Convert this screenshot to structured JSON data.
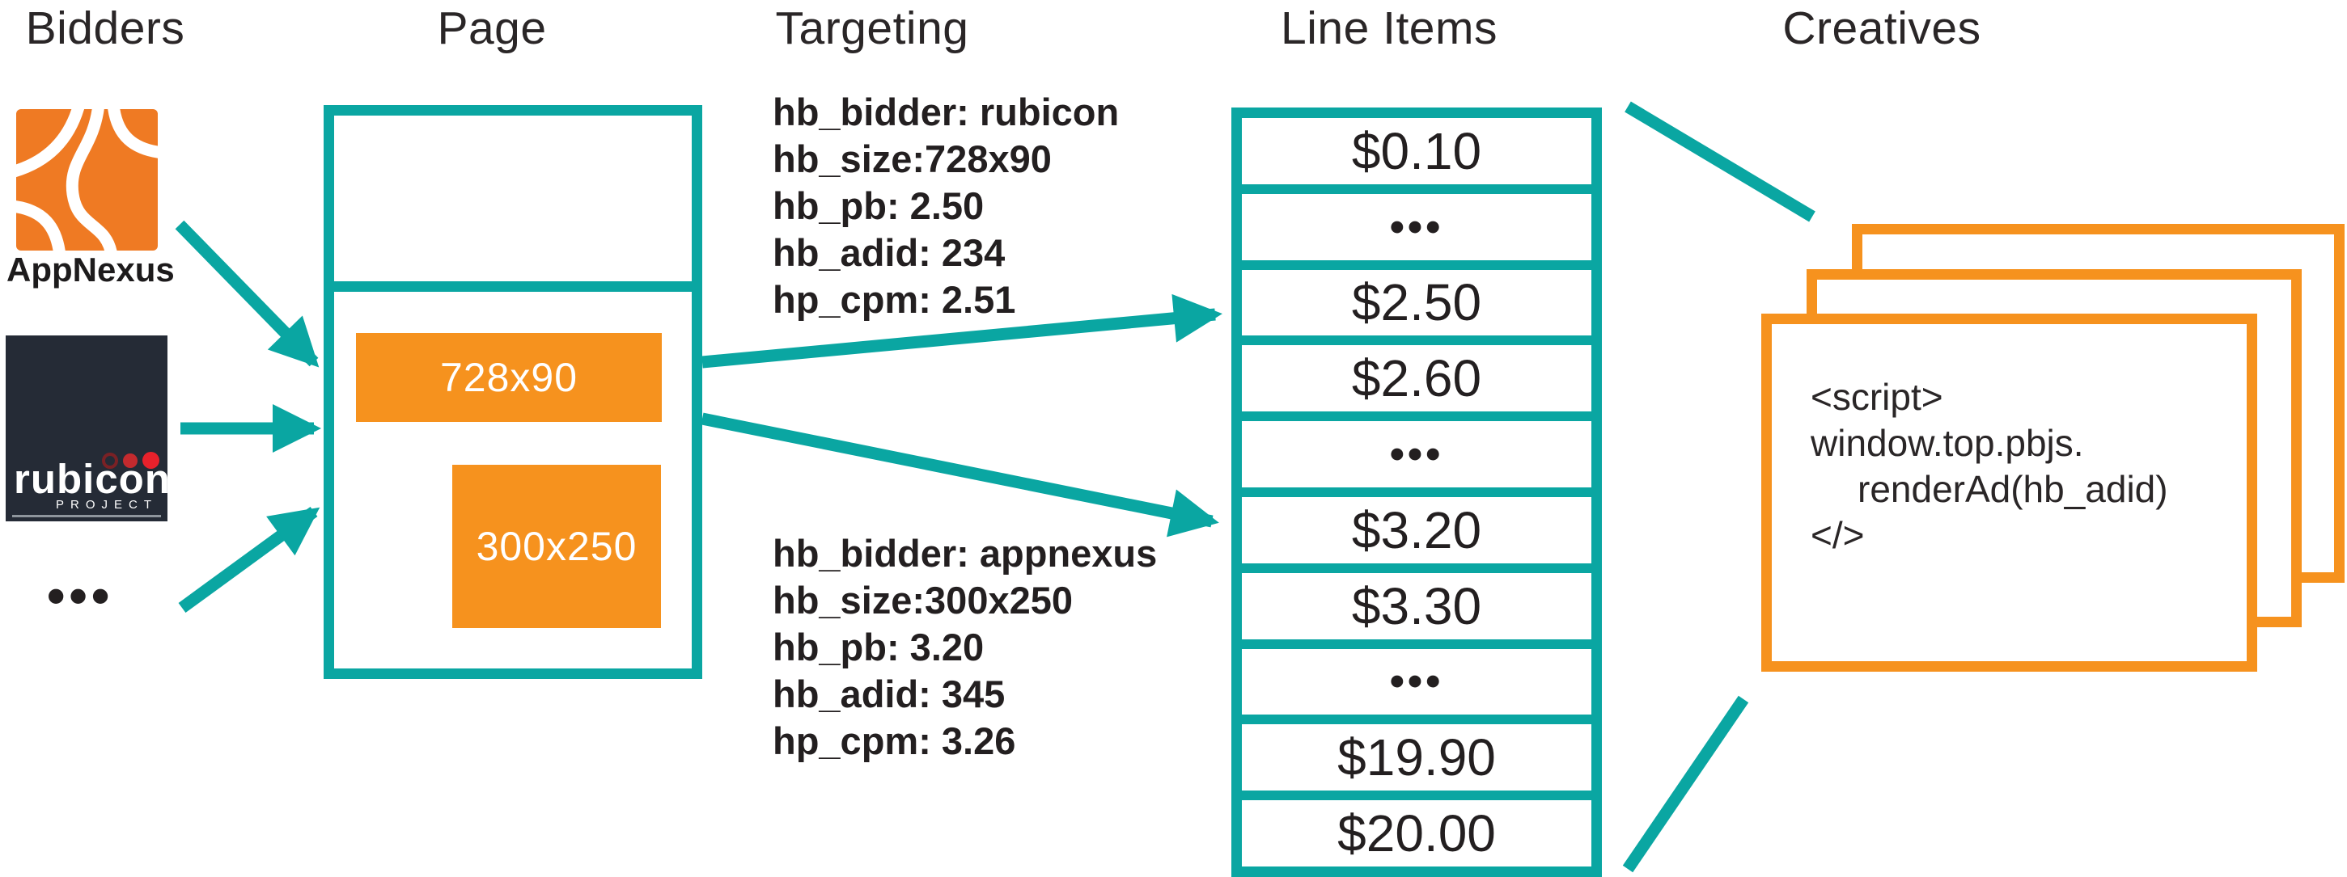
{
  "titles": {
    "bidders": "Bidders",
    "page": "Page",
    "targeting": "Targeting",
    "line_items": "Line Items",
    "creatives": "Creatives"
  },
  "bidders": {
    "appnexus": {
      "name": "AppNexus"
    },
    "rubicon": {
      "name": "rubicon",
      "reg": "®",
      "sub": "PROJECT"
    },
    "more": "•••"
  },
  "page": {
    "slot_728": "728x90",
    "slot_300": "300x250"
  },
  "targeting": {
    "rubicon_block": [
      "hb_bidder: rubicon",
      "hb_size:728x90",
      "hb_pb: 2.50",
      "hb_adid: 234",
      "hp_cpm: 2.51"
    ],
    "appnexus_block": [
      "hb_bidder: appnexus",
      "hb_size:300x250",
      "hb_pb: 3.20",
      "hb_adid: 345",
      "hp_cpm: 3.26"
    ]
  },
  "line_items": {
    "rows": [
      "$0.10",
      "•••",
      "$2.50",
      "$2.60",
      "•••",
      "$3.20",
      "$3.30",
      "•••",
      "$19.90",
      "$20.00"
    ]
  },
  "creatives": {
    "script": [
      "<script>",
      "window.top.pbjs.",
      "renderAd(hb_adid)",
      "</>"
    ]
  },
  "colors": {
    "teal": "#0aa6a2",
    "orange": "#f6921e",
    "appnexus_orange": "#ef7a23",
    "rubicon_bg": "#252b36",
    "text": "#231f20"
  }
}
